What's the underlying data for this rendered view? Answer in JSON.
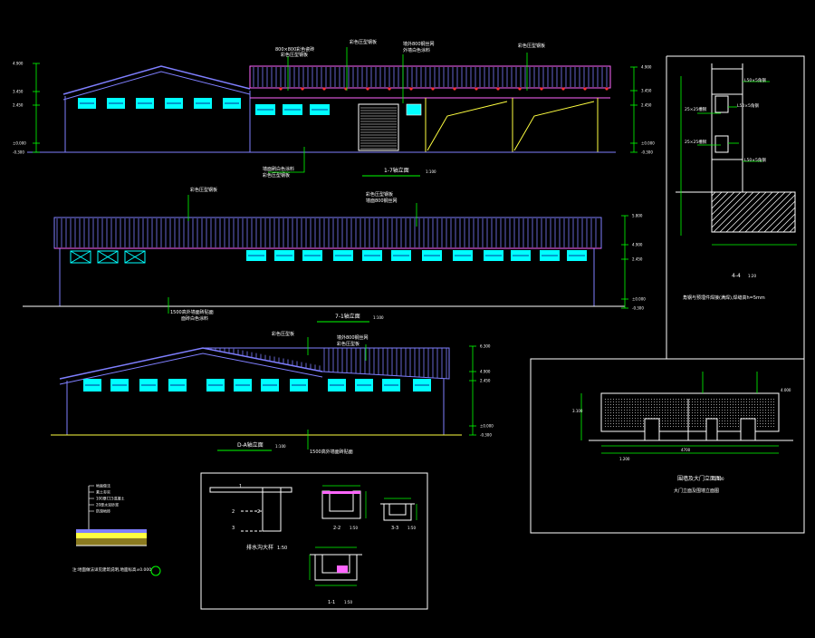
{
  "colors": {
    "background": "#000000",
    "wall": "#7f7fff",
    "roof": "#7f7fff",
    "window": "#00ffff",
    "leader": "#00ff00",
    "text": "#ffffff",
    "accent_red": "#ff3030",
    "frame_yellow": "#ffff40",
    "roof_line": "#ff66ff",
    "frame": "#ffffff"
  },
  "elevation_1_7": {
    "title": "1-7轴立面",
    "scale": "1:100",
    "notes": [
      "800×800彩色瓷砖",
      "彩色压型钢板",
      "墙外800钢丝网",
      "彩色压型钢板",
      "外墙白色涂料",
      "墙面刷白色涂料"
    ],
    "levels": [
      "4.900",
      "3.450",
      "2.450",
      "±0.000",
      "-0.300"
    ]
  },
  "elevation_7_1": {
    "title": "7-1轴立面",
    "scale": "1:100",
    "notes": [
      "彩色压型钢板",
      "墙面800钢丝网",
      "1500高外墙面砖贴面",
      "面砖白色涂料"
    ],
    "levels": [
      "5.800",
      "4.900",
      "2.450",
      "±0.000",
      "-0.300"
    ]
  },
  "elevation_d_a": {
    "title": "D-A轴立面",
    "scale": "1:100",
    "notes": [
      "彩色压型板",
      "墙外800钢丝网",
      "1500高外墙面砖贴面"
    ],
    "levels": [
      "6.300",
      "4.900",
      "2.450",
      "±0.000",
      "-0.300"
    ]
  },
  "section_4_4": {
    "title": "4-4",
    "scale": "1:20",
    "labels": [
      "L50×5角钢",
      "25×25槽钢",
      "L50×5角钢",
      "25×25槽钢",
      "L50×5角钢"
    ],
    "note": "角钢与预埋件焊接(满焊),焊缝高h=5mm"
  },
  "fence_elevation": {
    "title": "围墙及大门立面图",
    "scale": "1:100",
    "subtitle": "大门立面及围墙立面图",
    "dims": [
      "4.000",
      "3.100",
      "1.200",
      "4700"
    ]
  },
  "floor_detail": {
    "labels": [
      "地面做法",
      "素土夯实",
      "100厚C15混凝土",
      "20厚水泥砂浆",
      "防滑地砖"
    ],
    "caption": "注:地面做法详见建筑说明,地面标高±0.000"
  },
  "trench_detail": {
    "title": "排水沟大样",
    "scale": "1:50",
    "sections": [
      "1-1",
      "2-2",
      "3-3"
    ],
    "marks": [
      "1",
      "2",
      "3"
    ],
    "section_scale": "1:50"
  }
}
